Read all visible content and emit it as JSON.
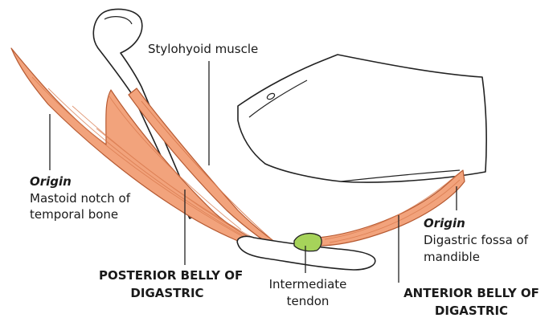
{
  "labels": {
    "stylohyoid": "Stylohyoid muscle",
    "origin_posterior_title": "Origin",
    "origin_posterior_line1": "Mastoid notch of",
    "origin_posterior_line2": "temporal bone",
    "posterior_belly_line1": "POSTERIOR BELLY OF",
    "posterior_belly_line2": "DIGASTRIC",
    "intermediate_line1": "Intermediate",
    "intermediate_line2": "tendon",
    "origin_anterior_title": "Origin",
    "origin_anterior_line1": "Digastric fossa of",
    "origin_anterior_line2": "mandible",
    "anterior_belly_line1": "ANTERIOR BELLY OF",
    "anterior_belly_line2": "DIGASTRIC"
  },
  "colors": {
    "muscle": "#f2a37c",
    "muscle_dark": "#e07b50",
    "tendon": "#a6d35a",
    "bone_fill": "#ffffff",
    "outline": "#222222"
  }
}
